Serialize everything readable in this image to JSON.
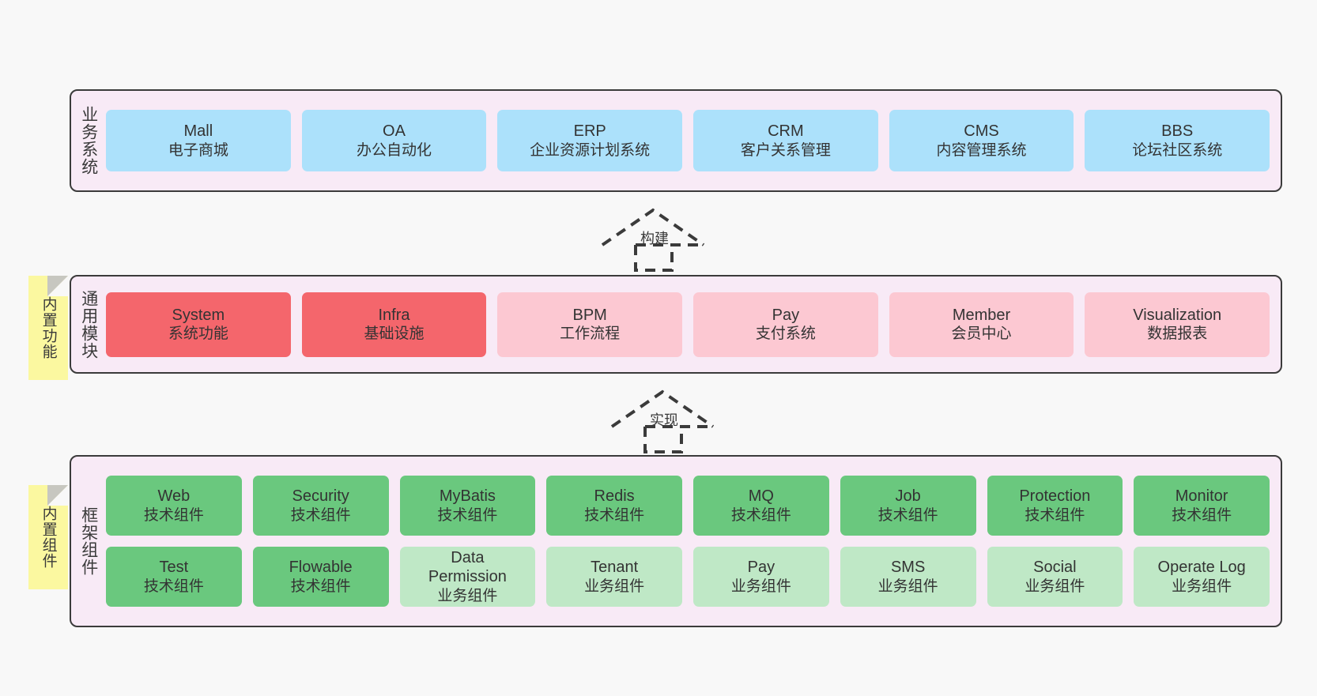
{
  "layers": [
    {
      "id": "business",
      "title": "业务系统",
      "note": null,
      "rows": [
        {
          "style": "blue",
          "cards": [
            {
              "en": "Mall",
              "cn": "电子商城"
            },
            {
              "en": "OA",
              "cn": "办公自动化"
            },
            {
              "en": "ERP",
              "cn": "企业资源计划系统"
            },
            {
              "en": "CRM",
              "cn": "客户关系管理"
            },
            {
              "en": "CMS",
              "cn": "内容管理系统"
            },
            {
              "en": "BBS",
              "cn": "论坛社区系统"
            }
          ]
        }
      ]
    },
    {
      "id": "common",
      "title": "通用模块",
      "note": "内置功能",
      "rows": [
        {
          "cards": [
            {
              "en": "System",
              "cn": "系统功能",
              "style": "red"
            },
            {
              "en": "Infra",
              "cn": "基础设施",
              "style": "red"
            },
            {
              "en": "BPM",
              "cn": "工作流程",
              "style": "pink"
            },
            {
              "en": "Pay",
              "cn": "支付系统",
              "style": "pink"
            },
            {
              "en": "Member",
              "cn": "会员中心",
              "style": "pink"
            },
            {
              "en": "Visualization",
              "cn": "数据报表",
              "style": "pink"
            }
          ]
        }
      ]
    },
    {
      "id": "framework",
      "title": "框架组件",
      "note": "内置组件",
      "rows": [
        {
          "cards": [
            {
              "en": "Web",
              "cn": "技术组件",
              "style": "green"
            },
            {
              "en": "Security",
              "cn": "技术组件",
              "style": "green"
            },
            {
              "en": "MyBatis",
              "cn": "技术组件",
              "style": "green"
            },
            {
              "en": "Redis",
              "cn": "技术组件",
              "style": "green"
            },
            {
              "en": "MQ",
              "cn": "技术组件",
              "style": "green"
            },
            {
              "en": "Job",
              "cn": "技术组件",
              "style": "green"
            },
            {
              "en": "Protection",
              "cn": "技术组件",
              "style": "green"
            },
            {
              "en": "Monitor",
              "cn": "技术组件",
              "style": "green"
            }
          ]
        },
        {
          "cards": [
            {
              "en": "Test",
              "cn": "技术组件",
              "style": "green"
            },
            {
              "en": "Flowable",
              "cn": "技术组件",
              "style": "green"
            },
            {
              "en": "Data Permission",
              "cn": "业务组件",
              "style": "lightgreen"
            },
            {
              "en": "Tenant",
              "cn": "业务组件",
              "style": "lightgreen"
            },
            {
              "en": "Pay",
              "cn": "业务组件",
              "style": "lightgreen"
            },
            {
              "en": "SMS",
              "cn": "业务组件",
              "style": "lightgreen"
            },
            {
              "en": "Social",
              "cn": "业务组件",
              "style": "lightgreen"
            },
            {
              "en": "Operate Log",
              "cn": "业务组件",
              "style": "lightgreen"
            }
          ]
        }
      ]
    }
  ],
  "connectors": [
    {
      "id": "build",
      "label": "构建"
    },
    {
      "id": "implement",
      "label": "实现"
    }
  ],
  "colors": {
    "panel_bg": "#f8eaf6",
    "panel_border": "#3b3b3b",
    "blue": "#ace1fb",
    "red": "#f4666c",
    "pink": "#fcc8d2",
    "green": "#6ac87e",
    "light_green": "#bfe8c6",
    "note_yellow": "#fbf8a0",
    "canvas_bg": "#f8f8f8",
    "text": "#333333"
  }
}
